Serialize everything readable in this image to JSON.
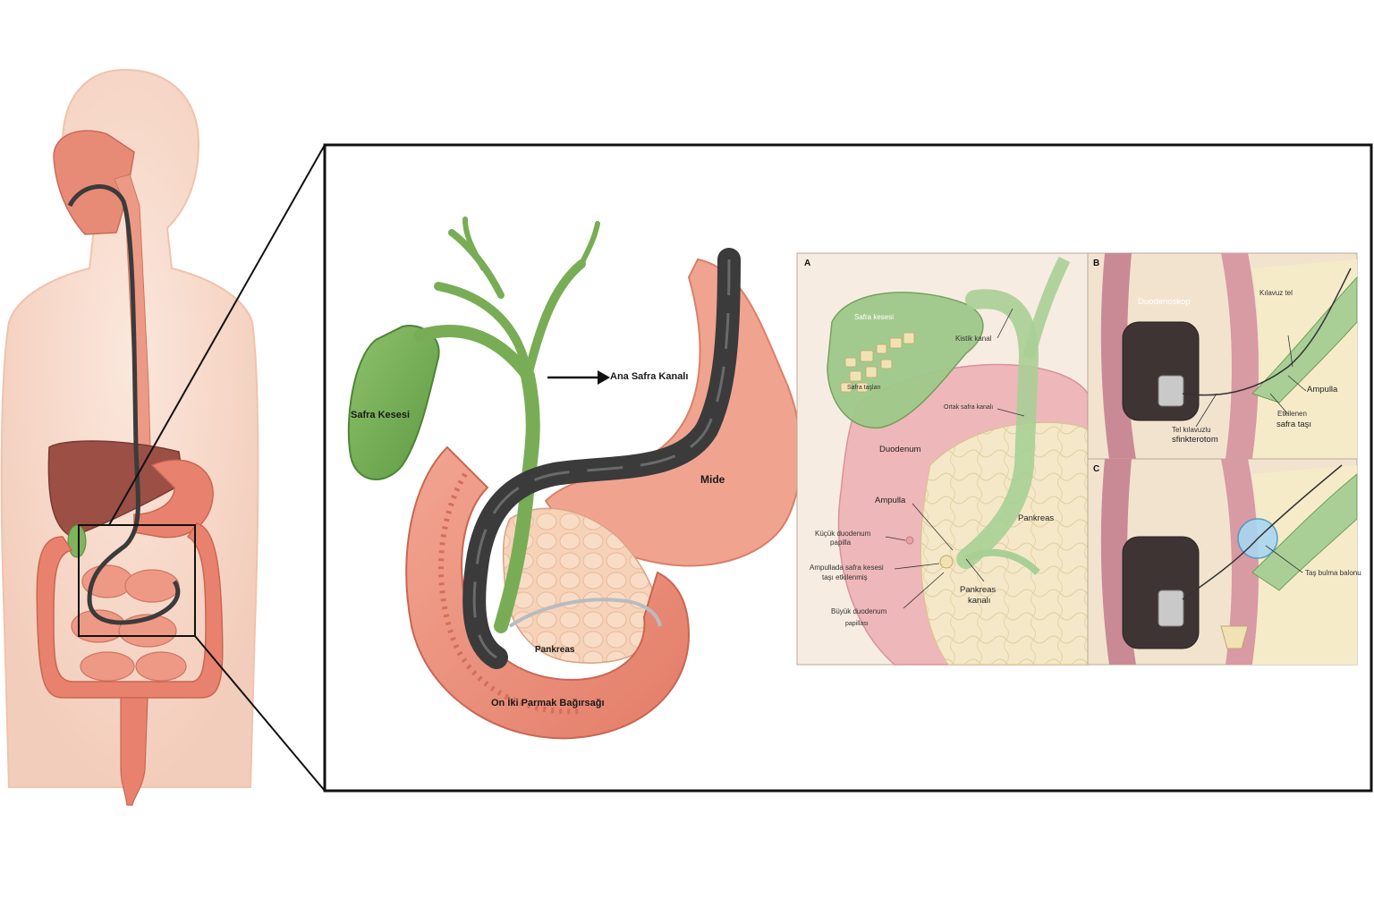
{
  "labels": {
    "ana_safra_kanali": "Ana Safra Kanalı",
    "safra_kesesi": "Safra Kesesi",
    "mide": "Mide",
    "pankreas": "Pankreas",
    "on_iki_parmak": "On İki Parmak Bağırsağı"
  },
  "panel_a": {
    "letter": "A",
    "safra_kesesi": "Safra kesesi",
    "safra_taslari": "Safra taşları",
    "kistik_kanal": "Kistik kanal",
    "ortak_safra_kanali": "Ortak safra kanalı",
    "duodenum": "Duodenum",
    "ampulla": "Ampulla",
    "pankreas": "Pankreas",
    "kucuk_papilla_1": "Küçük duodenum",
    "kucuk_papilla_2": "papilla",
    "ampulla_tas_1": "Ampullada safra kesesi",
    "ampulla_tas_2": "taşı etkilenmiş",
    "pankreas_kanali_1": "Pankreas",
    "pankreas_kanali_2": "kanalı",
    "buyuk_papilla_1": "Büyük duodenum",
    "buyuk_papilla_2": "papillası"
  },
  "panel_b": {
    "letter": "B",
    "duodenoskop": "Duodenoskop",
    "kilavuz_tel": "Kılavuz tel",
    "ampulla": "Ampulla",
    "etkilenen_1": "Etkilenen",
    "etkilenen_2": "safra taşı",
    "sfinkterotom_1": "Tel kılavuzlu",
    "sfinkterotom_2": "sfinkterotom"
  },
  "panel_c": {
    "letter": "C",
    "tas_bulma_balonu": "Taş bulma balonu"
  },
  "colors": {
    "organ_pink": "#e9806c",
    "gallbladder_green": "#7fb35c",
    "scope_dark": "#3b3b3b",
    "pancreas_cream": "#f3e6c4",
    "liver_brown": "#9b4f45"
  }
}
